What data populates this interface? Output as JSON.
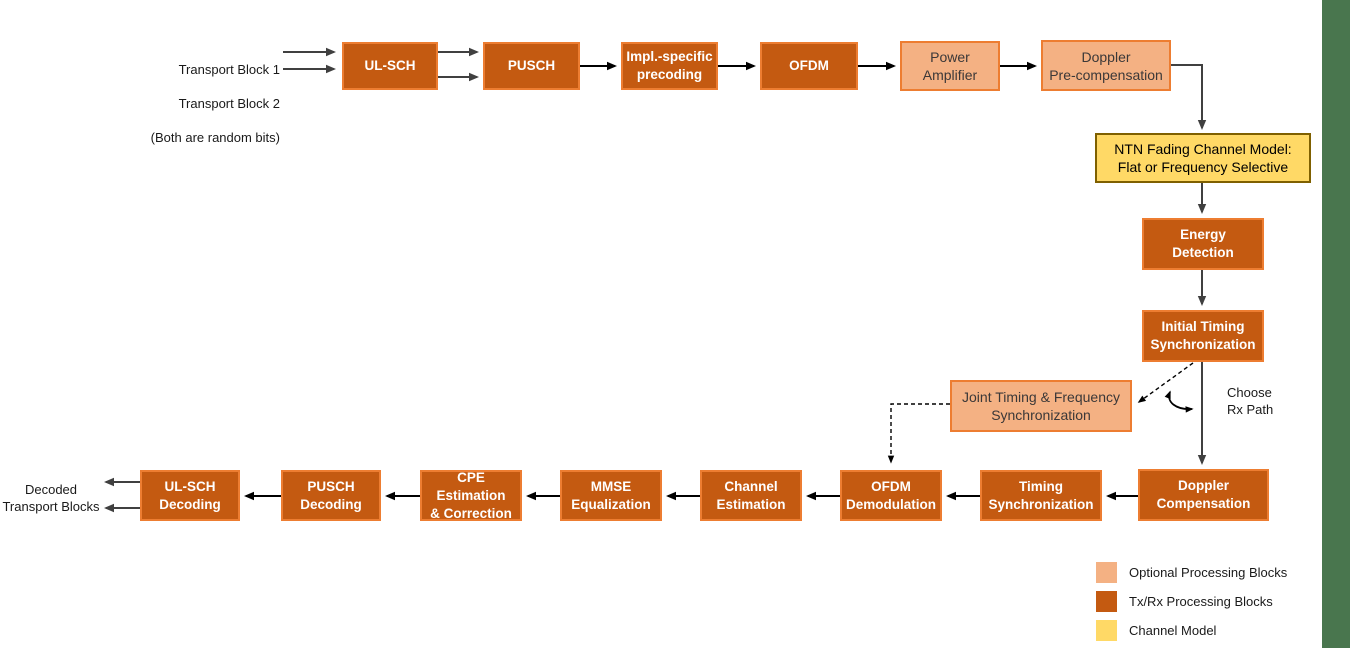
{
  "colors": {
    "txrx_fill": "#C45A11",
    "txrx_border": "#ED7D31",
    "optional_fill": "#F4B183",
    "optional_border": "#ED7D31",
    "channel_fill": "#FFD966",
    "channel_border": "#7F6000",
    "side_bar_green": "#49764E",
    "arrow_black": "#000000",
    "arrow_gray": "#404040"
  },
  "inputs": {
    "tb1": "Transport Block 1",
    "tb2": "Transport Block 2",
    "note": "(Both are random bits)"
  },
  "output_label": "Decoded\nTransport Blocks",
  "blocks": {
    "ul_sch": "UL-SCH",
    "pusch": "PUSCH",
    "precoding": "Impl.-specific\nprecoding",
    "ofdm": "OFDM",
    "power_amplifier": "Power\nAmplifier",
    "doppler_precompensation": "Doppler\nPre-compensation",
    "ntn_channel": "NTN Fading Channel Model:\nFlat or Frequency Selective",
    "energy_detection": "Energy\nDetection",
    "initial_timing_sync": "Initial Timing\nSynchronization",
    "joint_sync": "Joint Timing & Frequency\nSynchronization",
    "doppler_compensation": "Doppler\nCompensation",
    "timing_sync": "Timing\nSynchronization",
    "ofdm_demodulation": "OFDM\nDemodulation",
    "channel_estimation": "Channel\nEstimation",
    "mmse_equalization": "MMSE\nEqualization",
    "cpe": "CPE Estimation\n& Correction",
    "pusch_decoding": "PUSCH\nDecoding",
    "ul_sch_decoding": "UL-SCH\nDecoding"
  },
  "annotations": {
    "choose_rx": "Choose\nRx Path"
  },
  "legend": {
    "optional": "Optional Processing Blocks",
    "txrx": "Tx/Rx Processing Blocks",
    "channel": "Channel Model"
  }
}
